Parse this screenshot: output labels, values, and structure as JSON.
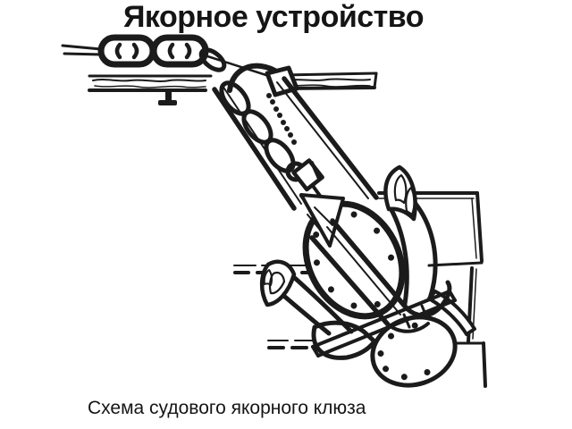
{
  "slide": {
    "title": "Якорное устройство",
    "caption": "Схема судового якорного клюза"
  },
  "colors": {
    "background": "#ffffff",
    "ink": "#1b1b1b"
  },
  "diagram": {
    "type": "technical-line-drawing",
    "depicts": [
      "anchor-chain-on-deck",
      "deck-planking",
      "chain-pipe-collar",
      "hawse-pipe",
      "chain-links-in-pipe",
      "chain-swivel-shackle",
      "anchor-shank",
      "riveted-hawse-flange",
      "anchor-fluke-left",
      "anchor-fluke-right",
      "anchor-crown",
      "tripping-palm-bar",
      "riveted-bottom-flange",
      "hull-plating-edge",
      "hidden-plating-dashed-lines"
    ]
  }
}
